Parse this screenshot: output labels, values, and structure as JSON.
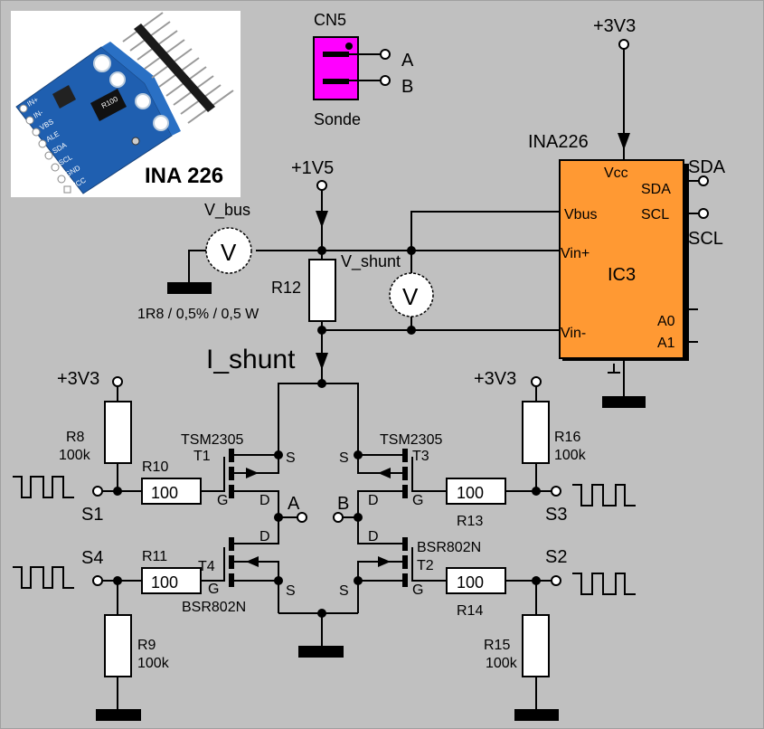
{
  "photo": {
    "caption": "INA 226",
    "pin_labels": [
      "IN+",
      "IN-",
      "VBS",
      "ALE",
      "SDA",
      "SCL",
      "GND",
      "VCC"
    ],
    "shunt_marking": "R100"
  },
  "connector": {
    "ref": "CN5",
    "name": "Sonde",
    "pins": [
      "A",
      "B"
    ],
    "color": "#ff00ff"
  },
  "supplies": {
    "vcc_ic": "+3V3",
    "vbus": "+1V5",
    "pullup_left": "+3V3",
    "pullup_right": "+3V3"
  },
  "ic": {
    "ref": "IC3",
    "part": "INA226",
    "color": "#ff9933",
    "pins": {
      "vcc": "Vcc",
      "sda": "SDA",
      "scl": "SCL",
      "vbus": "Vbus",
      "vinp": "Vin+",
      "vinm": "Vin-",
      "a0": "A0",
      "a1": "A1"
    },
    "net_sda": "SDA",
    "net_scl": "SCL",
    "gnd_pin_mark": "⊥"
  },
  "meters": {
    "vbus_label": "V_bus",
    "vshunt_label": "V_shunt",
    "symbol": "V"
  },
  "shunt": {
    "ref": "R12",
    "value": "1R8 / 0,5%  / 0,5 W",
    "current_label": "I_shunt"
  },
  "resistors": {
    "R8": {
      "ref": "R8",
      "value": "100k"
    },
    "R9": {
      "ref": "R9",
      "value": "100k"
    },
    "R10": {
      "ref": "R10",
      "value": "100"
    },
    "R11": {
      "ref": "R11",
      "value": "100"
    },
    "R13": {
      "ref": "R13",
      "value": "100"
    },
    "R14": {
      "ref": "R14",
      "value": "100"
    },
    "R15": {
      "ref": "R15",
      "value": "100k"
    },
    "R16": {
      "ref": "R16",
      "value": "100k"
    }
  },
  "transistors": {
    "T1": {
      "ref": "T1",
      "part": "TSM2305"
    },
    "T2": {
      "ref": "T2",
      "part": "BSR802N"
    },
    "T3": {
      "ref": "T3",
      "part": "TSM2305"
    },
    "T4": {
      "ref": "T4",
      "part": "BSR802N"
    }
  },
  "pin_letters": {
    "s": "S",
    "d": "D",
    "g": "G"
  },
  "nodes": {
    "a": "A",
    "b": "B"
  },
  "signals": {
    "s1": "S1",
    "s2": "S2",
    "s3": "S3",
    "s4": "S4"
  }
}
